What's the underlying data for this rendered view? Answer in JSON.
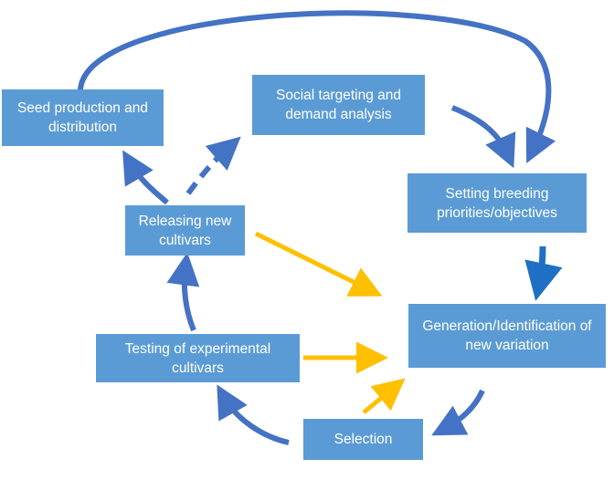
{
  "nodes": {
    "seed_production": {
      "label": "Seed production and distribution"
    },
    "social_targeting": {
      "label": "Social targeting and demand analysis"
    },
    "setting_priorities": {
      "label": "Setting breeding priorities/objectives"
    },
    "generation_variation": {
      "label": "Generation/Identification of new variation"
    },
    "selection": {
      "label": "Selection"
    },
    "testing": {
      "label": "Testing of experimental cultivars"
    },
    "releasing": {
      "label": "Releasing new cultivars"
    }
  },
  "edges": [
    {
      "from": "seed_production",
      "to": "setting_priorities",
      "style": "solid",
      "color": "blue"
    },
    {
      "from": "social_targeting",
      "to": "setting_priorities",
      "style": "solid",
      "color": "blue"
    },
    {
      "from": "setting_priorities",
      "to": "generation_variation",
      "style": "solid",
      "color": "dark-blue"
    },
    {
      "from": "generation_variation",
      "to": "selection",
      "style": "solid",
      "color": "blue"
    },
    {
      "from": "selection",
      "to": "testing",
      "style": "solid",
      "color": "blue"
    },
    {
      "from": "testing",
      "to": "releasing",
      "style": "solid",
      "color": "blue"
    },
    {
      "from": "releasing",
      "to": "seed_production",
      "style": "solid",
      "color": "blue"
    },
    {
      "from": "releasing",
      "to": "social_targeting",
      "style": "dashed",
      "color": "blue"
    },
    {
      "from": "releasing",
      "to": "generation_variation",
      "style": "solid",
      "color": "yellow"
    },
    {
      "from": "testing",
      "to": "generation_variation",
      "style": "solid",
      "color": "yellow"
    },
    {
      "from": "selection",
      "to": "generation_variation",
      "style": "solid",
      "color": "yellow"
    }
  ],
  "colors": {
    "box_fill": "#5b9bd5",
    "box_text": "#ffffff",
    "arrow_blue": "#4472c4",
    "arrow_dark_blue": "#1f6fc5",
    "arrow_yellow": "#ffc000"
  }
}
